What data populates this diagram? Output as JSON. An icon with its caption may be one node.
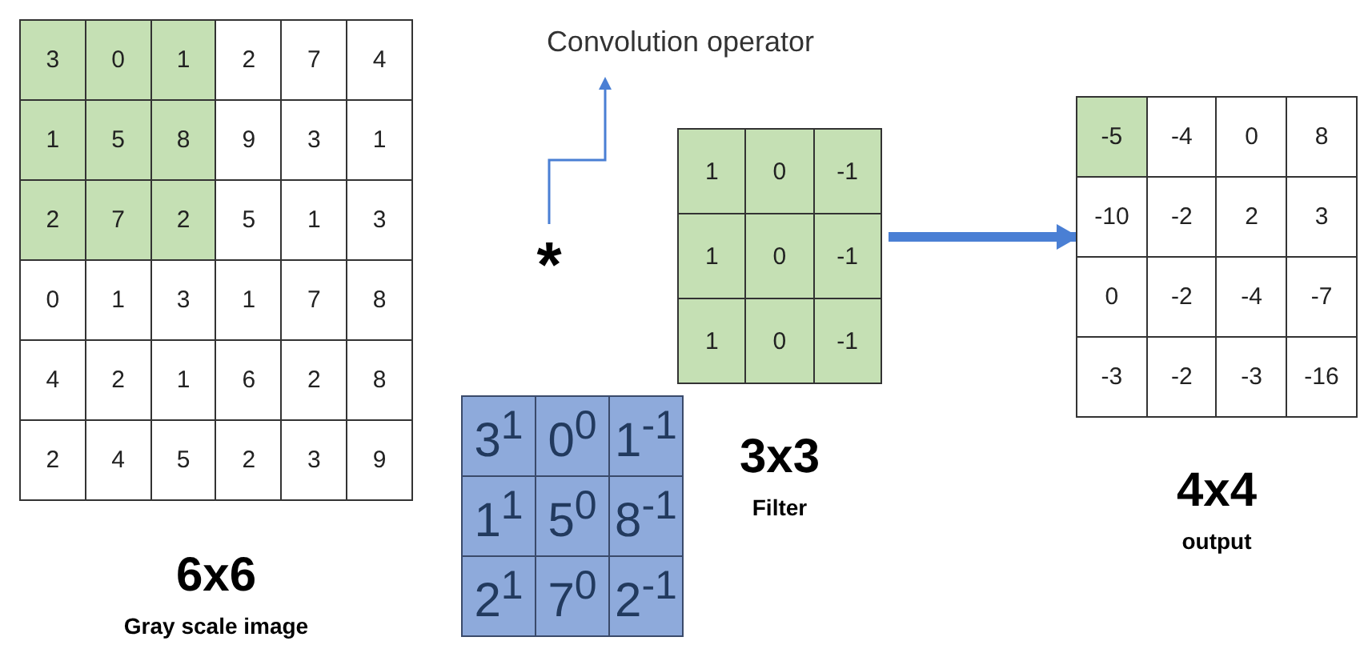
{
  "diagram": {
    "nodes": [
      {
        "text": [
          "6x6",
          "Gray scale image"
        ]
      },
      {
        "text": [
          "*"
        ]
      },
      {
        "text": [
          "Convolution operator"
        ]
      },
      {
        "text": [
          "3x3",
          "Filter"
        ]
      },
      {
        "text": [
          "4x4",
          "output"
        ]
      }
    ],
    "edges": [
      {
        "from": 1,
        "to": 2,
        "arrow": "to"
      },
      {
        "from": 3,
        "to": 4,
        "arrow": "to",
        "style": "thick"
      }
    ],
    "labels": [
      "3",
      "0",
      "1",
      "2",
      "7",
      "4",
      "1",
      "5",
      "8",
      "9",
      "3",
      "1",
      "2",
      "7",
      "2",
      "5",
      "1",
      "3",
      "0",
      "1",
      "3",
      "1",
      "7",
      "8",
      "4",
      "2",
      "1",
      "6",
      "2",
      "8",
      "2",
      "4",
      "5",
      "2",
      "3",
      "9",
      "1",
      "0",
      "-1",
      "1",
      "0",
      "-1",
      "1",
      "0",
      "-1",
      "-5",
      "-4",
      "0",
      "8",
      "-10",
      "-2",
      "2",
      "3",
      "0",
      "-2",
      "-4",
      "-7",
      "-3",
      "-2",
      "-3",
      "-16",
      "3$^{1}$",
      "0$^{0}$",
      "1$^{-1}$",
      "1$^{1}$",
      "5$^{0}$",
      "8$^{-1}$",
      "2$^{1}$",
      "7$^{0}$",
      "2$^{-1}$"
    ]
  }
}
